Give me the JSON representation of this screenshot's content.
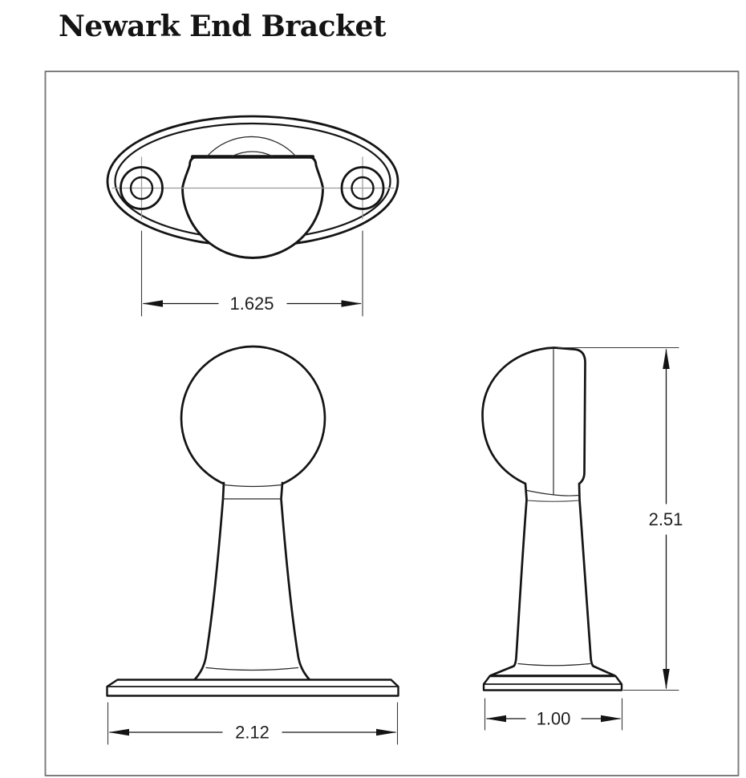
{
  "title": "Newark End Bracket",
  "drawing": {
    "dimensions": {
      "hole_spacing": "1.625",
      "base_length": "2.12",
      "overall_height": "2.51",
      "base_depth": "1.00"
    },
    "colors": {
      "line": "#141414",
      "thin_line": "#2a2a2a",
      "centerline": "#9a9a9a",
      "extension_line": "#3a3a3a",
      "frame": "#7e7e7e",
      "background": "#ffffff"
    }
  }
}
